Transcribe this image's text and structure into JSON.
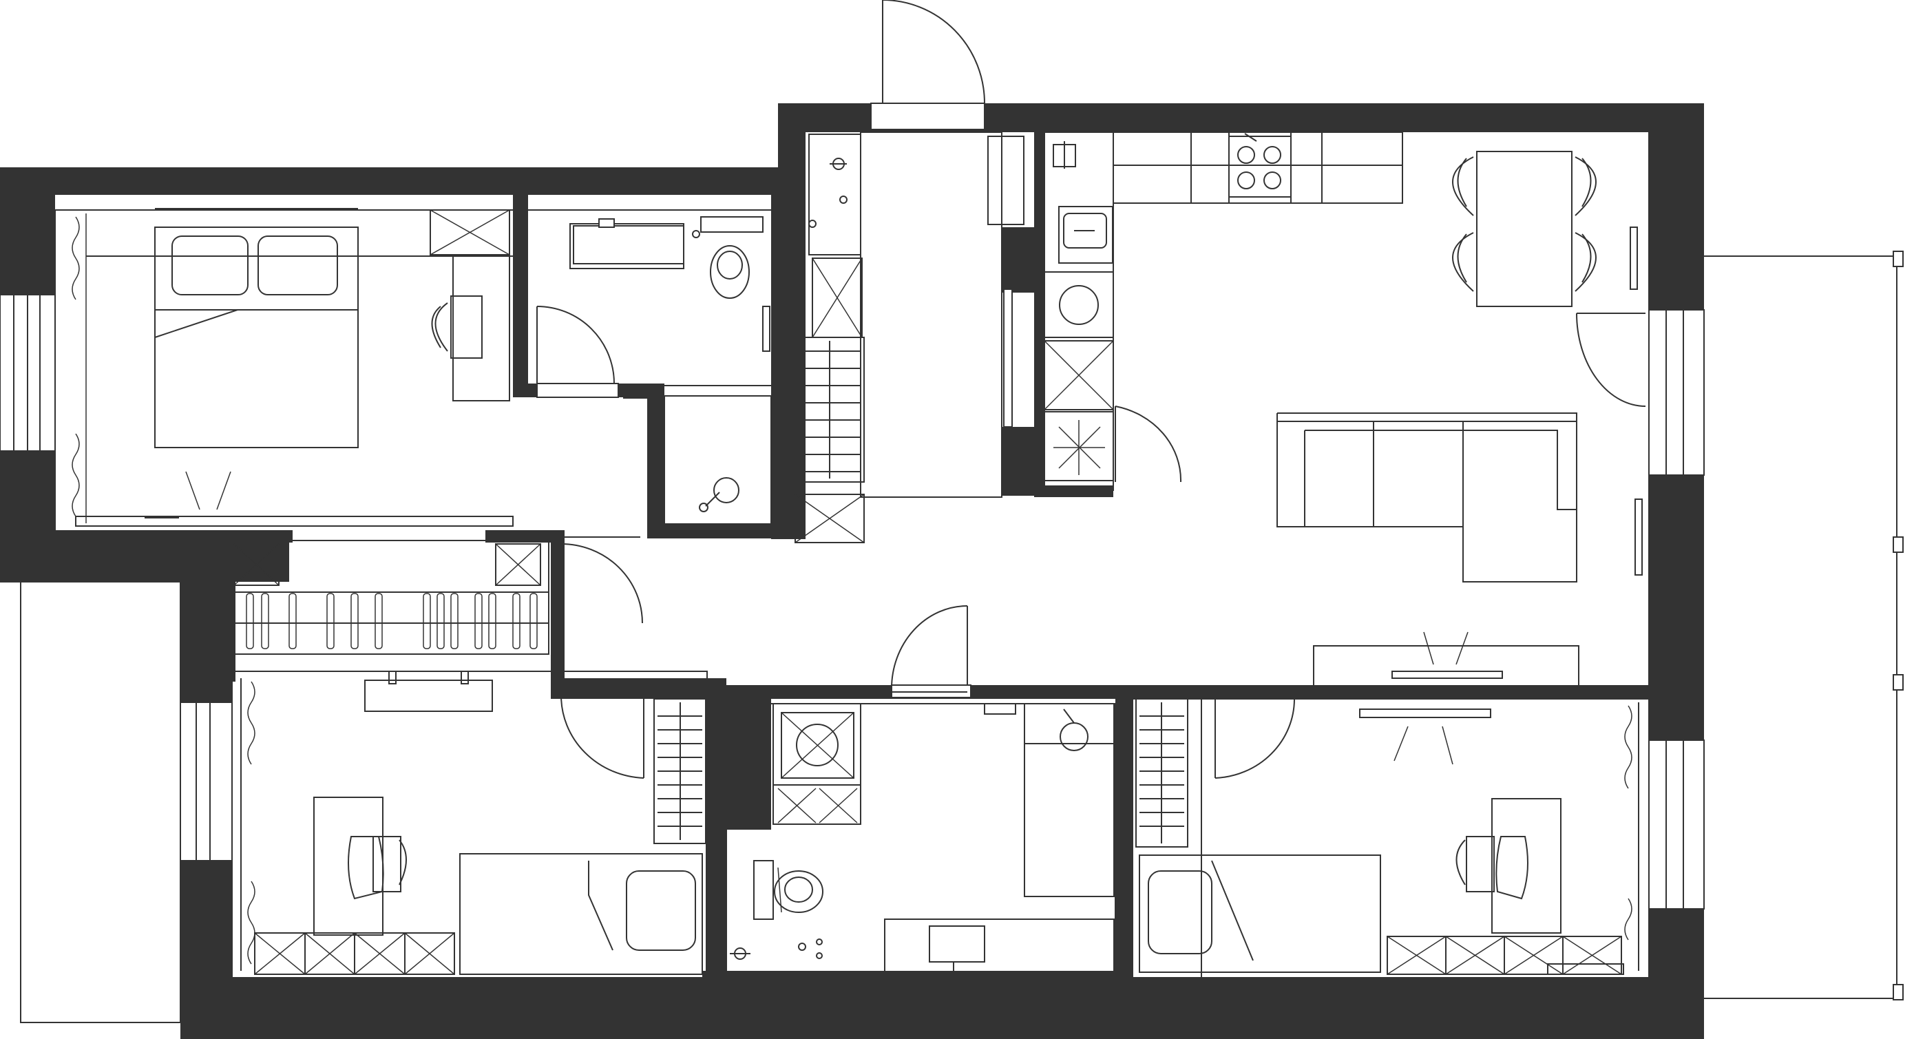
{
  "plan": {
    "rooms": [
      "bedroom",
      "bathroom-upper",
      "shower-room",
      "hall-wardrobe",
      "entrance-hall",
      "kitchen",
      "living-dining",
      "child-room-left",
      "bathroom-lower",
      "child-room-right"
    ],
    "colors": {
      "wall": "#333333",
      "line": "#333333",
      "background": "#ffffff"
    }
  }
}
